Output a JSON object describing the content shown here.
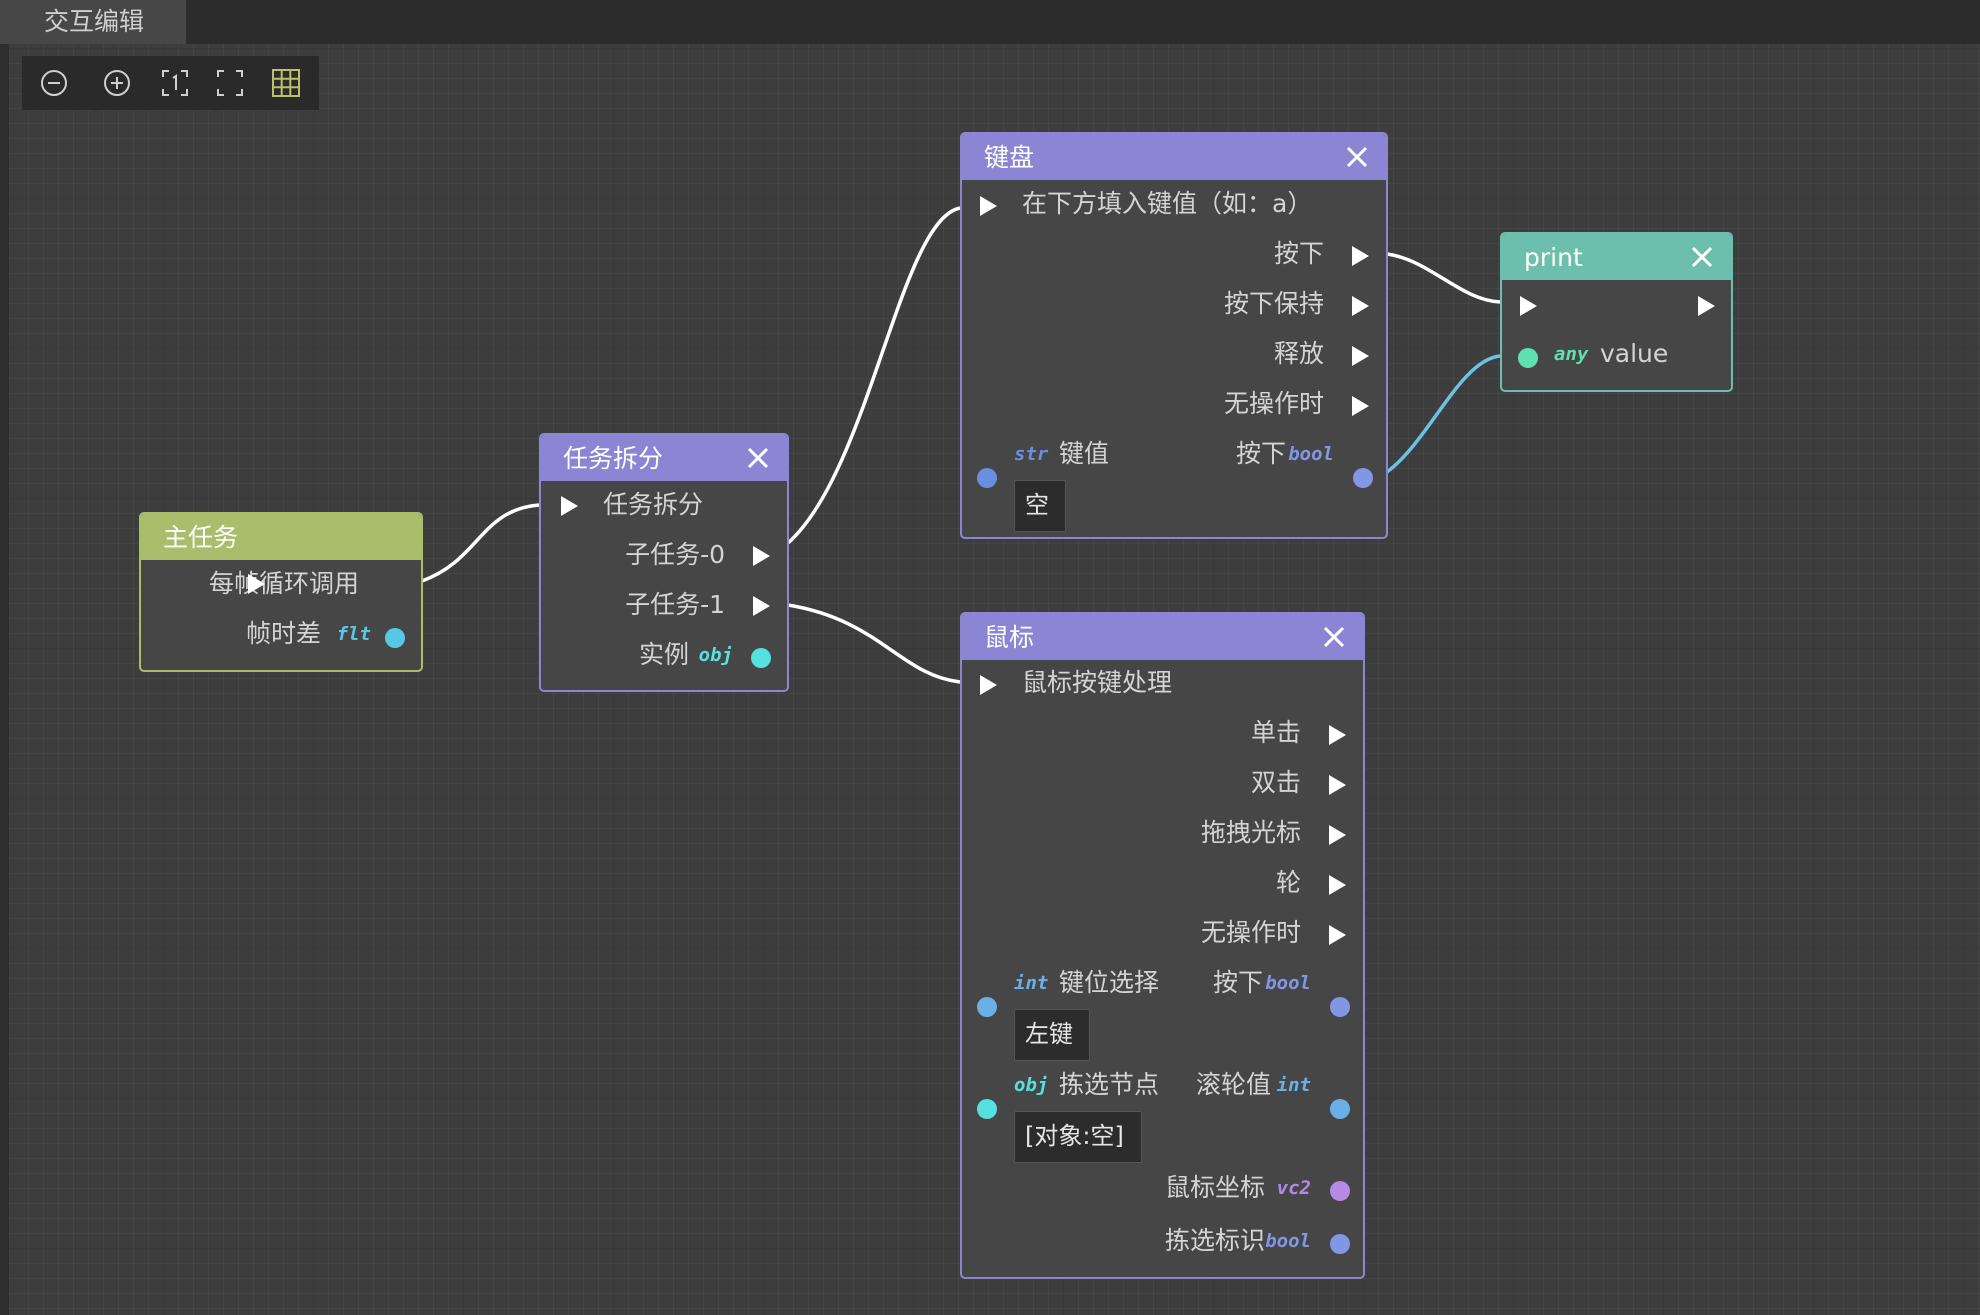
{
  "tab": {
    "label": "交互编辑"
  },
  "toolbar": {
    "items": [
      {
        "name": "zoom-out-icon"
      },
      {
        "name": "zoom-in-icon"
      },
      {
        "name": "actual-size-icon"
      },
      {
        "name": "fit-view-icon"
      },
      {
        "name": "grid-icon"
      }
    ]
  },
  "colors": {
    "node_border": "#8b85d4",
    "header_purple": "#8b85d4",
    "header_green": "#a9bd6b",
    "header_teal": "#6dbfad",
    "type_flt": "#57c7e6",
    "type_obj": "#57e0e0",
    "type_str": "#6a8ee0",
    "type_bool": "#8296e6",
    "type_int": "#6ab0e6",
    "type_vc2": "#b48ae6",
    "type_any": "#5ee0b0"
  },
  "nodes": {
    "main": {
      "title": "主任务",
      "out_exec": "每帧循环调用",
      "delta": "帧时差",
      "delta_type": "flt"
    },
    "split": {
      "title": "任务拆分",
      "in_exec": "任务拆分",
      "sub0": "子任务-0",
      "sub1": "子任务-1",
      "instance": "实例",
      "instance_type": "obj"
    },
    "keyboard": {
      "title": "键盘",
      "in_exec": "在下方填入键值（如：a）",
      "press": "按下",
      "hold": "按下保持",
      "release": "释放",
      "idle": "无操作时",
      "key_type": "str",
      "key_label": "键值",
      "out_press": "按下",
      "out_press_type": "bool",
      "key_value": "空"
    },
    "print": {
      "title": "print",
      "value_type": "any",
      "value_label": "value"
    },
    "mouse": {
      "title": "鼠标",
      "in_exec": "鼠标按键处理",
      "click": "单击",
      "dblclick": "双击",
      "drag": "拖拽光标",
      "wheel": "轮",
      "idle": "无操作时",
      "btn_type": "int",
      "btn_label": "键位选择",
      "out_press": "按下",
      "out_press_type": "bool",
      "btn_value": "左键",
      "pick_type": "obj",
      "pick_label": "拣选节点",
      "wheel_val": "滚轮值",
      "wheel_val_type": "int",
      "pick_value": "[对象:空]",
      "coord": "鼠标坐标",
      "coord_type": "vc2",
      "pick_flag": "拣选标识",
      "pick_flag_type": "bool"
    }
  }
}
